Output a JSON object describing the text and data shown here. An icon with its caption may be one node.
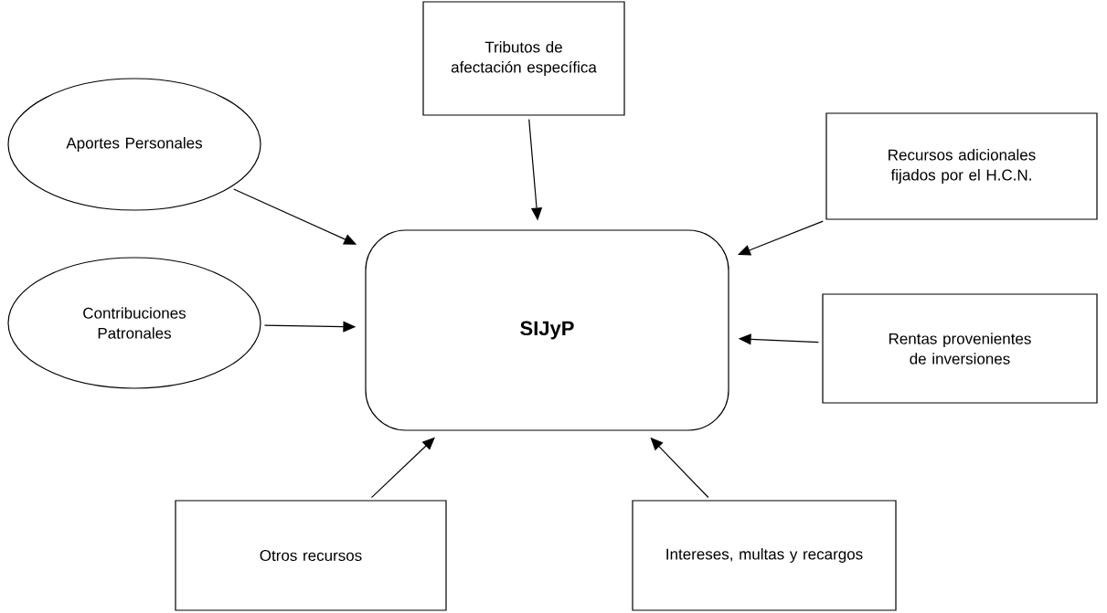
{
  "diagram": {
    "nodes": [
      {
        "text": [
          "Aportes Personales"
        ]
      },
      {
        "text": [
          "Tributos de afectación específica"
        ]
      },
      {
        "text": [
          "Recursos adicionales fijados por el H.C.N."
        ]
      },
      {
        "text": [
          "Contribuciones Patronales"
        ]
      },
      {
        "text": [
          "SIJyP"
        ]
      },
      {
        "text": [
          "Rentas provenientes de inversiones"
        ]
      },
      {
        "text": [
          "Otros recursos"
        ]
      },
      {
        "text": [
          "Intereses, multas y recargos"
        ]
      }
    ],
    "edges": [
      {
        "from": 0,
        "to": 4,
        "arrow": "to"
      },
      {
        "from": 1,
        "to": 4,
        "arrow": "to"
      },
      {
        "from": 2,
        "to": 4,
        "arrow": "to"
      },
      {
        "from": 3,
        "to": 4,
        "arrow": "to"
      },
      {
        "from": 5,
        "to": 4,
        "arrow": "to"
      },
      {
        "from": 6,
        "to": 4,
        "arrow": "to"
      },
      {
        "from": 7,
        "to": 4,
        "arrow": "to"
      }
    ]
  }
}
